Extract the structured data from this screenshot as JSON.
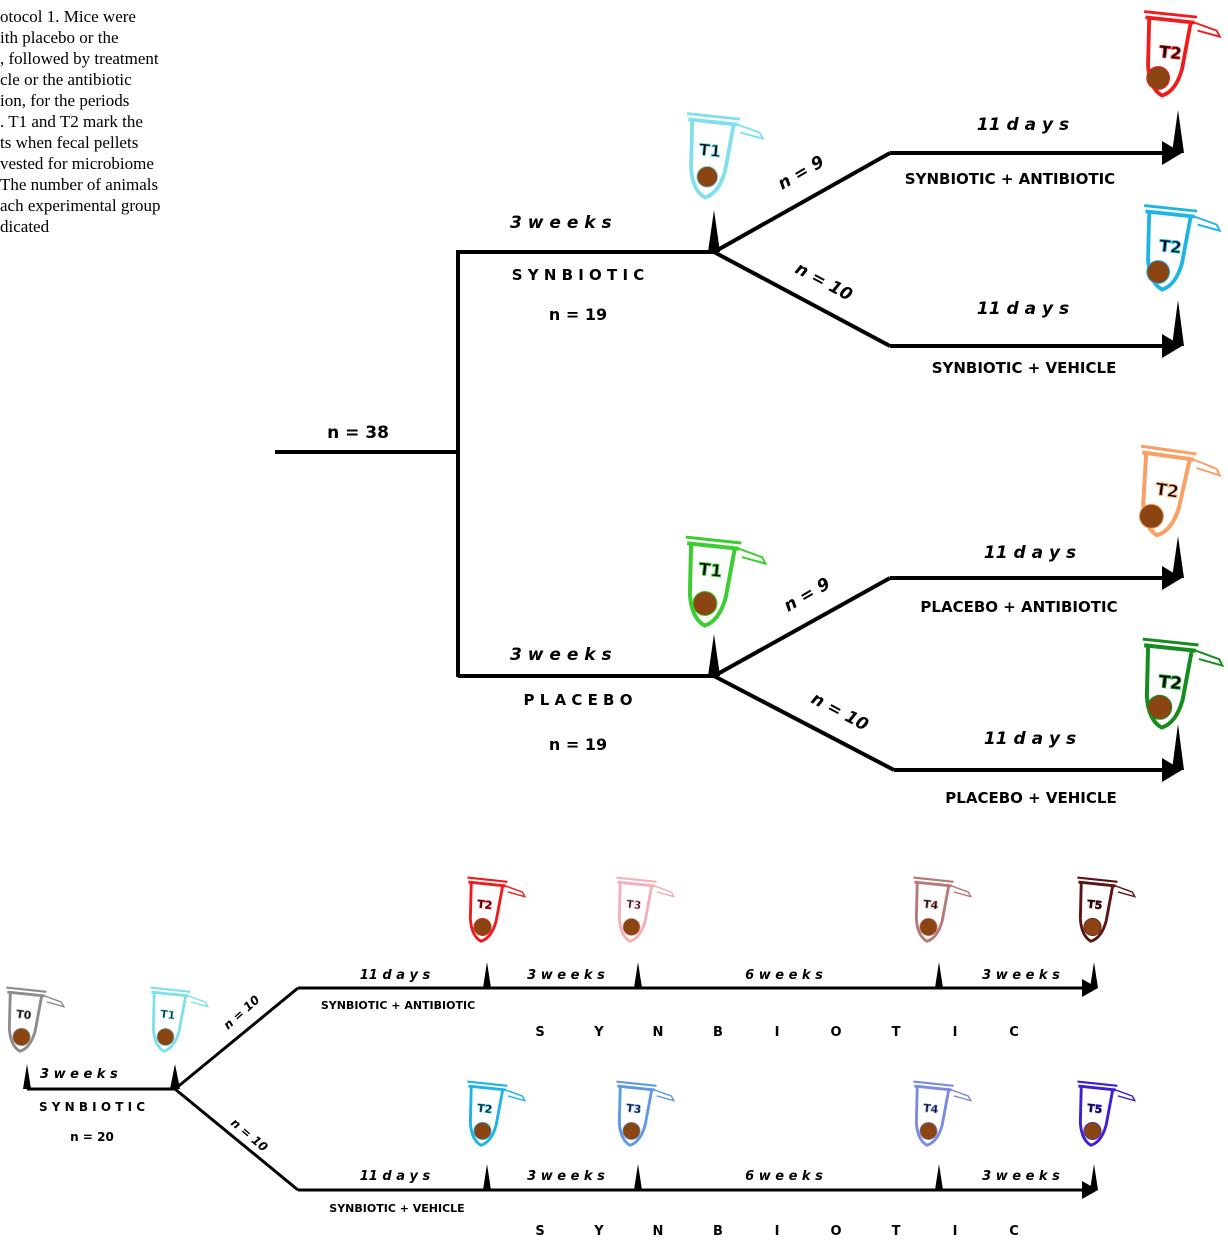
{
  "caption_lines": [
    "otocol 1. Mice were",
    "ith placebo or the",
    ", followed by treatment",
    "cle or the antibiotic",
    "ion, for the periods",
    ". T1 and T2 mark the",
    "ts when fecal pellets",
    "vested for microbiome",
    "The number of animals",
    "ach experimental group",
    "dicated"
  ],
  "protocol1": {
    "total_n": "n = 38",
    "synbiotic": {
      "duration": "3   w e e k s",
      "label": "S Y N B I O T I C",
      "n": "n = 19"
    },
    "placebo": {
      "duration": "3   w e e k s",
      "label": "P L A C E B O",
      "n": "n = 19"
    },
    "branch_n_9": "n = 9",
    "branch_n_10": "n = 10",
    "days": "11   d a y s",
    "groups": {
      "syn_abx": "SYNBIOTIC + ANTIBIOTIC",
      "syn_veh": "SYNBIOTIC + VEHICLE",
      "pla_abx": "PLACEBO + ANTIBIOTIC",
      "pla_veh": "PLACEBO + VEHICLE"
    },
    "tubes": {
      "t1": "T1",
      "t2": "T2"
    }
  },
  "protocol2": {
    "duration": "3   w e e k s",
    "label": "S Y N B I O T I C",
    "n": "n = 20",
    "branch_n": "n = 10",
    "days": "11   d a y s",
    "three_weeks": "3   w e e k s",
    "six_weeks": "6     w     e     e     k     s",
    "syn_abx": "SYNBIOTIC + ANTIBIOTIC",
    "syn_veh": "SYNBIOTIC + VEHICLE",
    "spread_letters": [
      "S",
      "Y",
      "N",
      "B",
      "I",
      "O",
      "T",
      "I",
      "C"
    ],
    "tubes": {
      "t0": "T0",
      "t1": "T1",
      "t2": "T2",
      "t3": "T3",
      "t4": "T4",
      "t5": "T5"
    }
  },
  "colors": {
    "t0": "#8c8c8c",
    "t1_synbiotic": "#7fe0ec",
    "t1_placebo": "#3ccd32",
    "t2_syn_abx": "#ee1c1c",
    "t2_syn_veh": "#1eb4e4",
    "t2_pla_abx": "#f9a064",
    "t2_pla_veh": "#168c1e",
    "t3_abx": "#f2b0b8",
    "t4_abx": "#b87878",
    "t5_abx": "#5a1414",
    "t3_veh": "#5e9ae0",
    "t4_veh": "#7c8ae0",
    "t5_veh": "#3a1ed8",
    "pellet": "#8b4513"
  }
}
